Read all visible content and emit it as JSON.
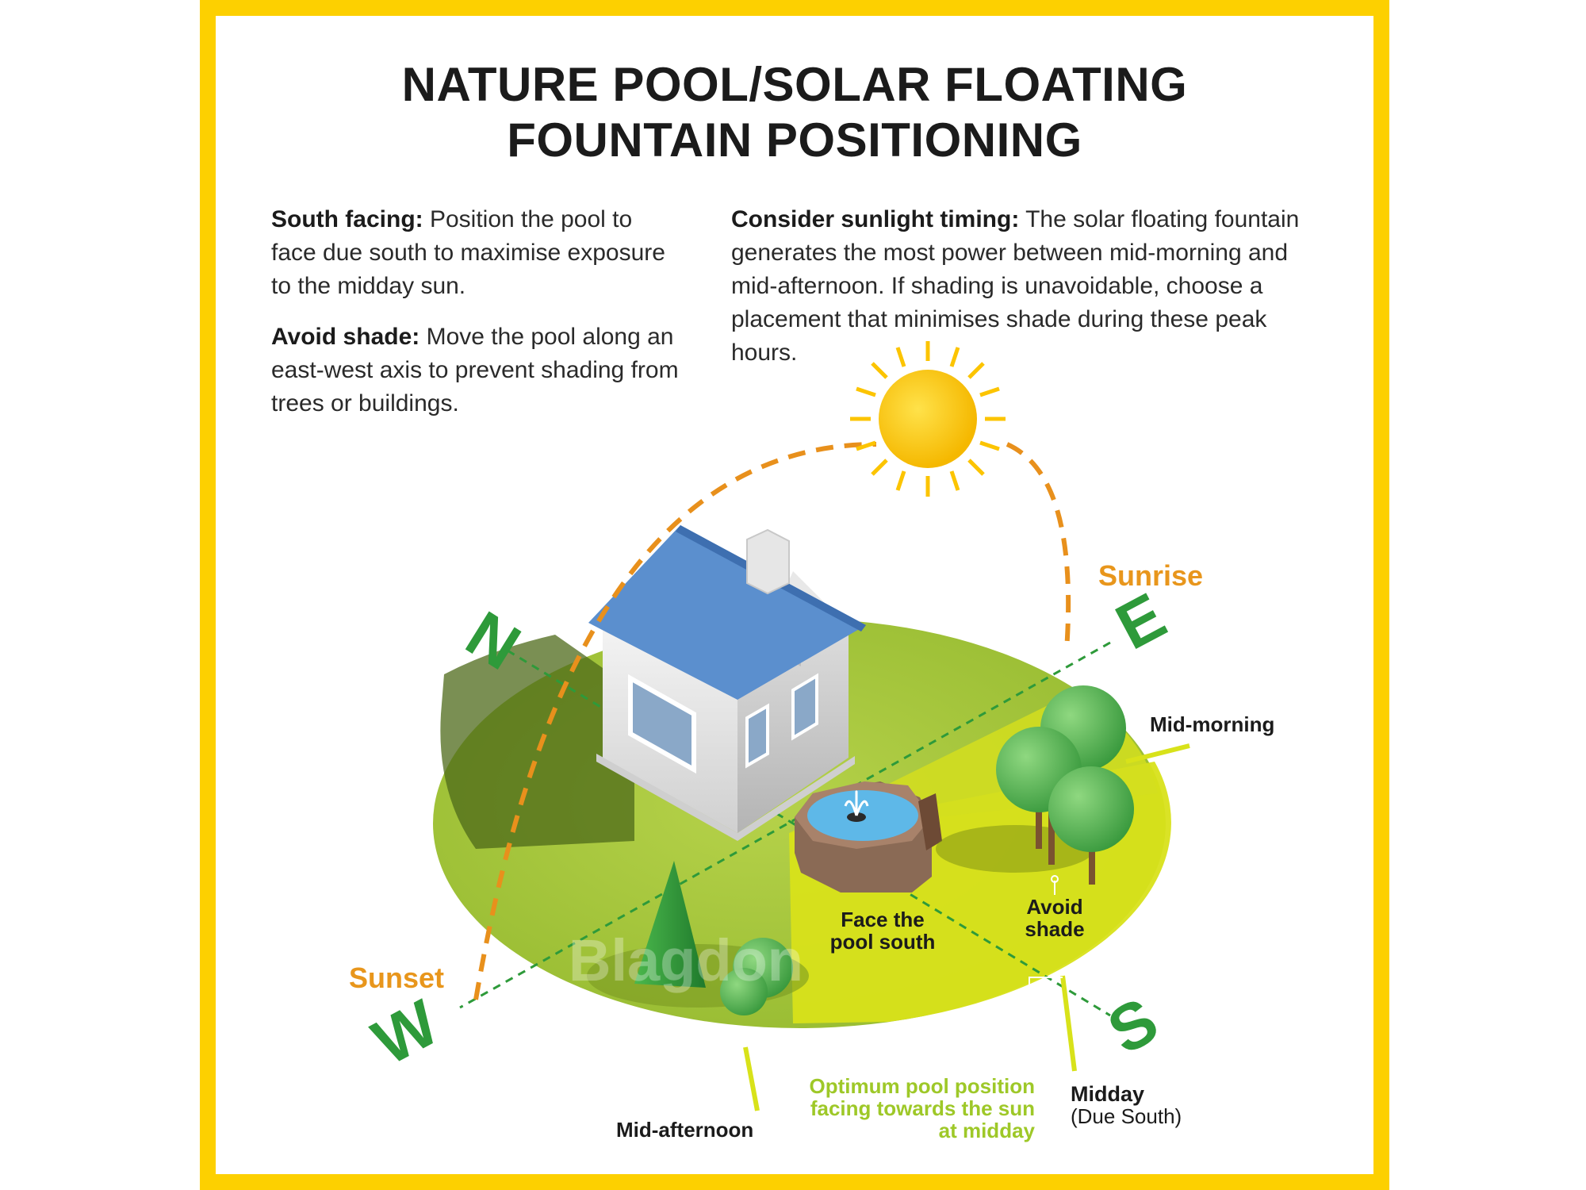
{
  "title": {
    "line1": "NATURE POOL/SOLAR FLOATING",
    "line2": "FOUNTAIN POSITIONING"
  },
  "tips": {
    "south_facing": {
      "heading": "South facing:",
      "text": " Position the pool to face due south to maximise exposure to the midday sun."
    },
    "avoid_shade": {
      "heading": "Avoid shade:",
      "text": " Move the pool along an east-west axis to prevent shading from trees or buildings."
    },
    "sunlight_timing": {
      "heading": "Consider sunlight timing:",
      "text": " The solar floating fountain generates the most power between mid-morning and mid-afternoon. If shading is unavoidable, choose a placement that minimises shade during these peak hours."
    }
  },
  "compass": {
    "north": "N",
    "east": "E",
    "south": "S",
    "west": "W"
  },
  "labels": {
    "sunrise": "Sunrise",
    "sunset": "Sunset",
    "mid_morning": "Mid-morning",
    "mid_afternoon": "Mid-afternoon",
    "avoid_shade_1": "Avoid",
    "avoid_shade_2": "shade",
    "face_pool_1": "Face the",
    "face_pool_2": "pool south",
    "optimum_1": "Optimum pool position",
    "optimum_2": "facing towards the sun",
    "optimum_3": "at midday",
    "midday": "Midday",
    "due_south": "(Due South)"
  },
  "watermark": "Blagdon",
  "colors": {
    "frame": "#fdd000",
    "sun": "#fcc400",
    "sun_path": "#e8901c",
    "compass": "#2e9a3a",
    "ground": "#a8c83c",
    "sun_zone": "#d8e21a",
    "roof": "#5b8fce",
    "accent_orange": "#e8961c",
    "optimum_text": "#9ec828"
  }
}
